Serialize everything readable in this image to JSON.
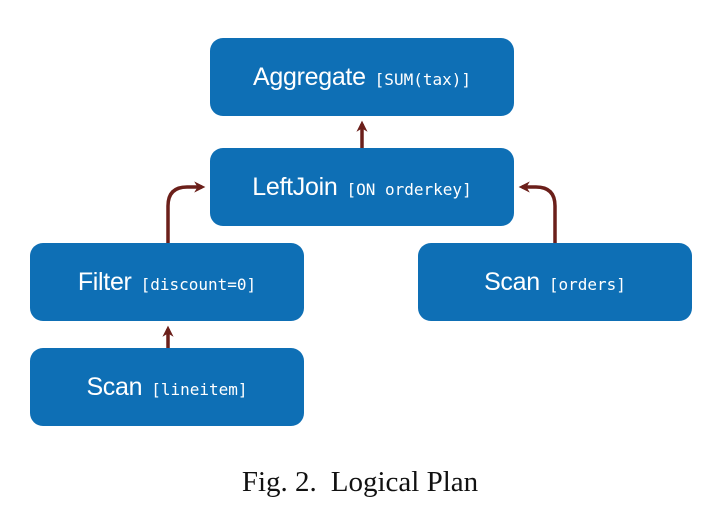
{
  "colors": {
    "node_fill": "#0e6fb5",
    "arrow": "#6b1f1a",
    "text": "#ffffff"
  },
  "nodes": {
    "aggregate": {
      "op": "Aggregate",
      "arg": "[SUM(tax)]"
    },
    "leftjoin": {
      "op": "LeftJoin",
      "arg": "[ON orderkey]"
    },
    "filter": {
      "op": "Filter",
      "arg": "[discount=0]"
    },
    "scan_orders": {
      "op": "Scan",
      "arg": "[orders]"
    },
    "scan_lineitem": {
      "op": "Scan",
      "arg": "[lineitem]"
    }
  },
  "edges": [
    {
      "from": "leftjoin",
      "to": "aggregate"
    },
    {
      "from": "filter",
      "to": "leftjoin"
    },
    {
      "from": "scan_orders",
      "to": "leftjoin"
    },
    {
      "from": "scan_lineitem",
      "to": "filter"
    }
  ],
  "caption": {
    "label": "Fig. 2.",
    "title": "Logical Plan"
  }
}
